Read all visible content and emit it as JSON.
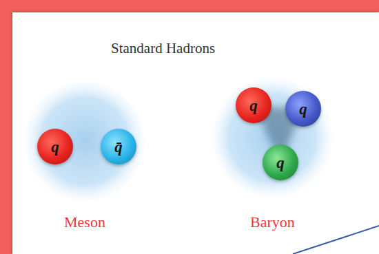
{
  "diagram": {
    "title": "Standard Hadrons",
    "nodes": [
      {
        "text": [
          "Meson"
        ]
      },
      {
        "text": [
          "q"
        ],
        "in": 0
      },
      {
        "text": [
          "q̄"
        ],
        "in": 0
      },
      {
        "text": [
          "Baryon"
        ]
      },
      {
        "text": [
          "q"
        ],
        "in": 3
      },
      {
        "text": [
          "q"
        ],
        "in": 3
      },
      {
        "text": [
          "q"
        ],
        "in": 3
      }
    ],
    "edges": [
      {
        "from": 1,
        "to": 2,
        "arrow": "none"
      }
    ]
  }
}
